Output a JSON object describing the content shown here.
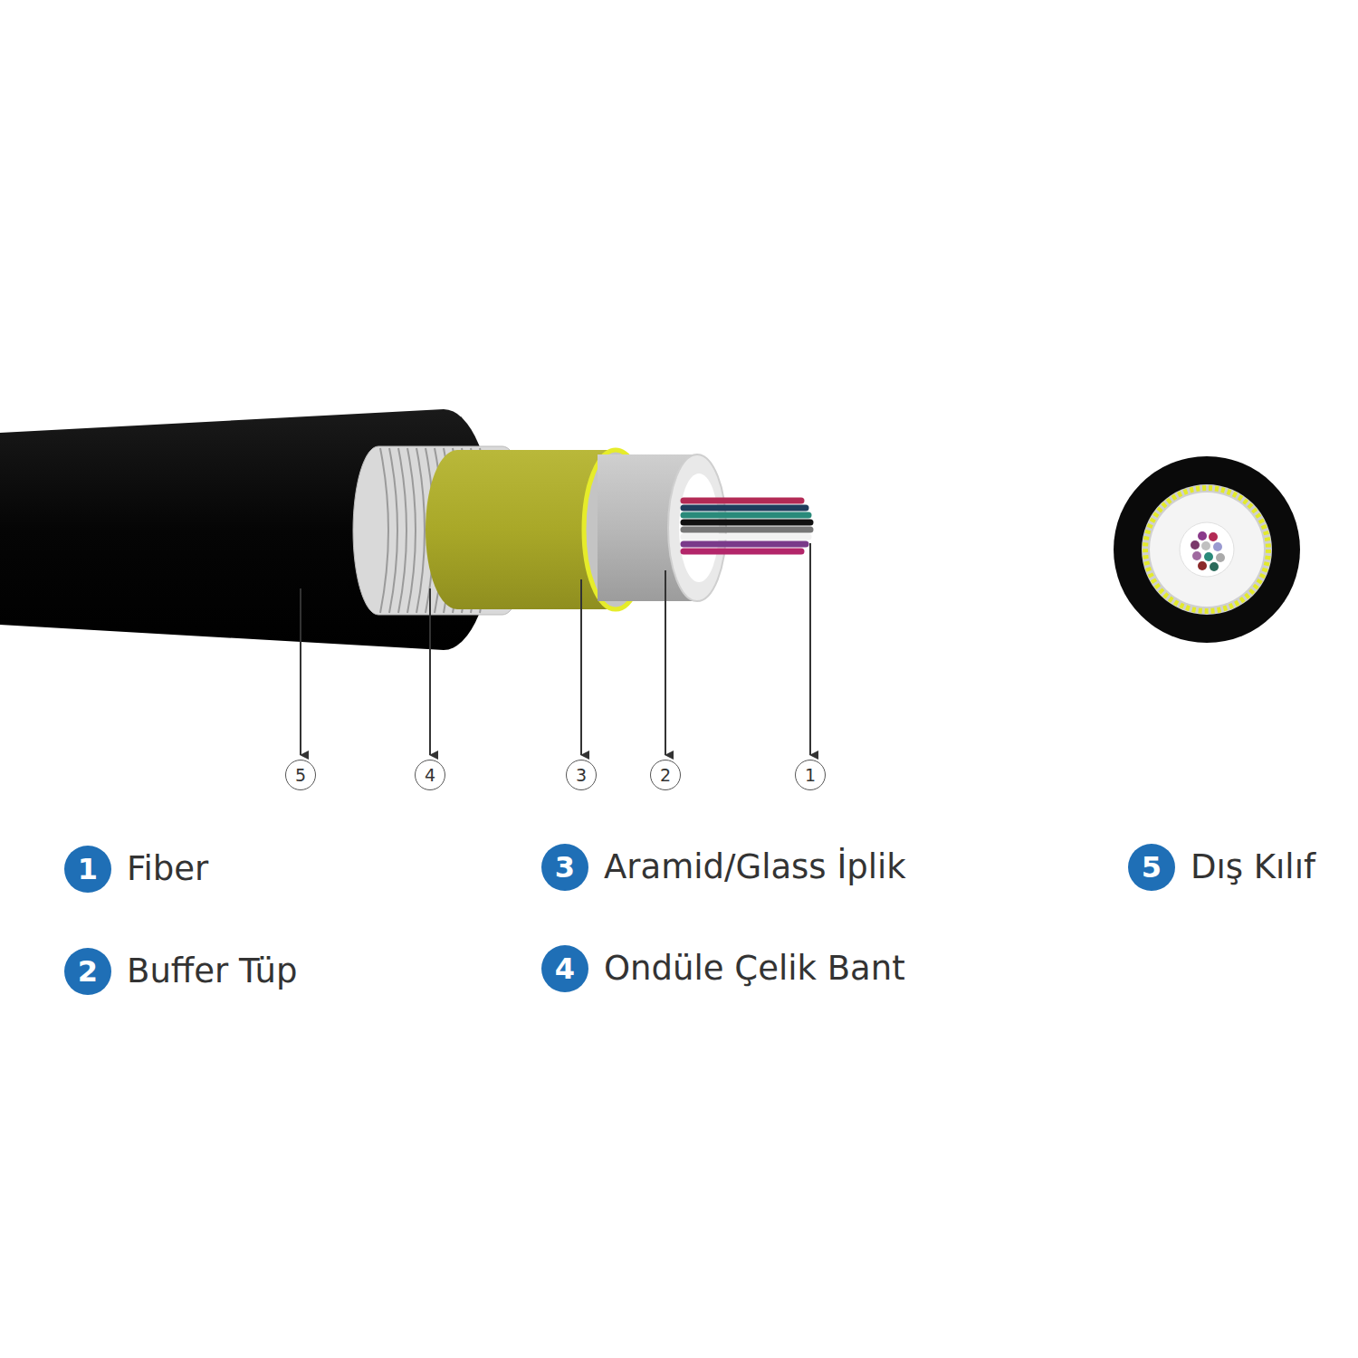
{
  "diagram": {
    "nodes": [
      {
        "text": [
          "5"
        ]
      },
      {
        "text": [
          "4"
        ]
      },
      {
        "text": [
          "3"
        ]
      },
      {
        "text": [
          "2"
        ]
      },
      {
        "text": [
          "1"
        ]
      },
      {
        "text": [
          "1",
          "Fiber"
        ]
      },
      {
        "text": [
          "3",
          "Aramid/Glass İplik"
        ]
      },
      {
        "text": [
          "5",
          "Dış Kılıf"
        ]
      },
      {
        "text": [
          "2",
          "Buffer Tüp"
        ]
      },
      {
        "text": [
          "4",
          "Ondüle Çelik Bant"
        ]
      }
    ]
  }
}
